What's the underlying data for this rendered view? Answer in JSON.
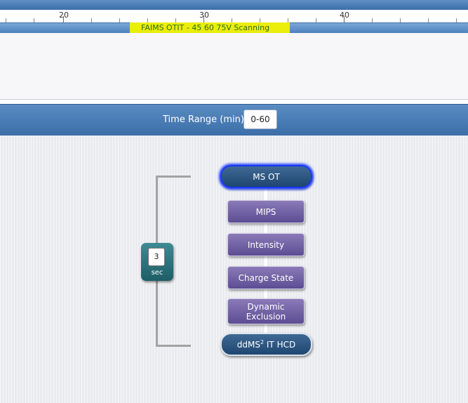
{
  "timeline": {
    "ticks": [
      "20",
      "30",
      "40"
    ],
    "experiment_label": "FAIMS OTIT - 45 60 75V Scanning"
  },
  "time_range": {
    "label": "Time Range (min)",
    "value": "0-60"
  },
  "cycle": {
    "value": "3",
    "unit": "sec"
  },
  "tree": {
    "master_scan": "MS OT",
    "filters": [
      "MIPS",
      "Intensity",
      "Charge State",
      "Dynamic",
      "Exclusion"
    ],
    "dependent_scan_prefix": "ddMS",
    "dependent_scan_power": "2",
    "dependent_scan_suffix": " IT HCD"
  },
  "colors": {
    "header_blue": "#3b6ea8",
    "highlight_yellow": "#f2f200",
    "scan_node": "#1e4670",
    "filter_node": "#5c4d93",
    "cycle_teal": "#1f5d66",
    "selection_blue": "#1a36ff"
  }
}
